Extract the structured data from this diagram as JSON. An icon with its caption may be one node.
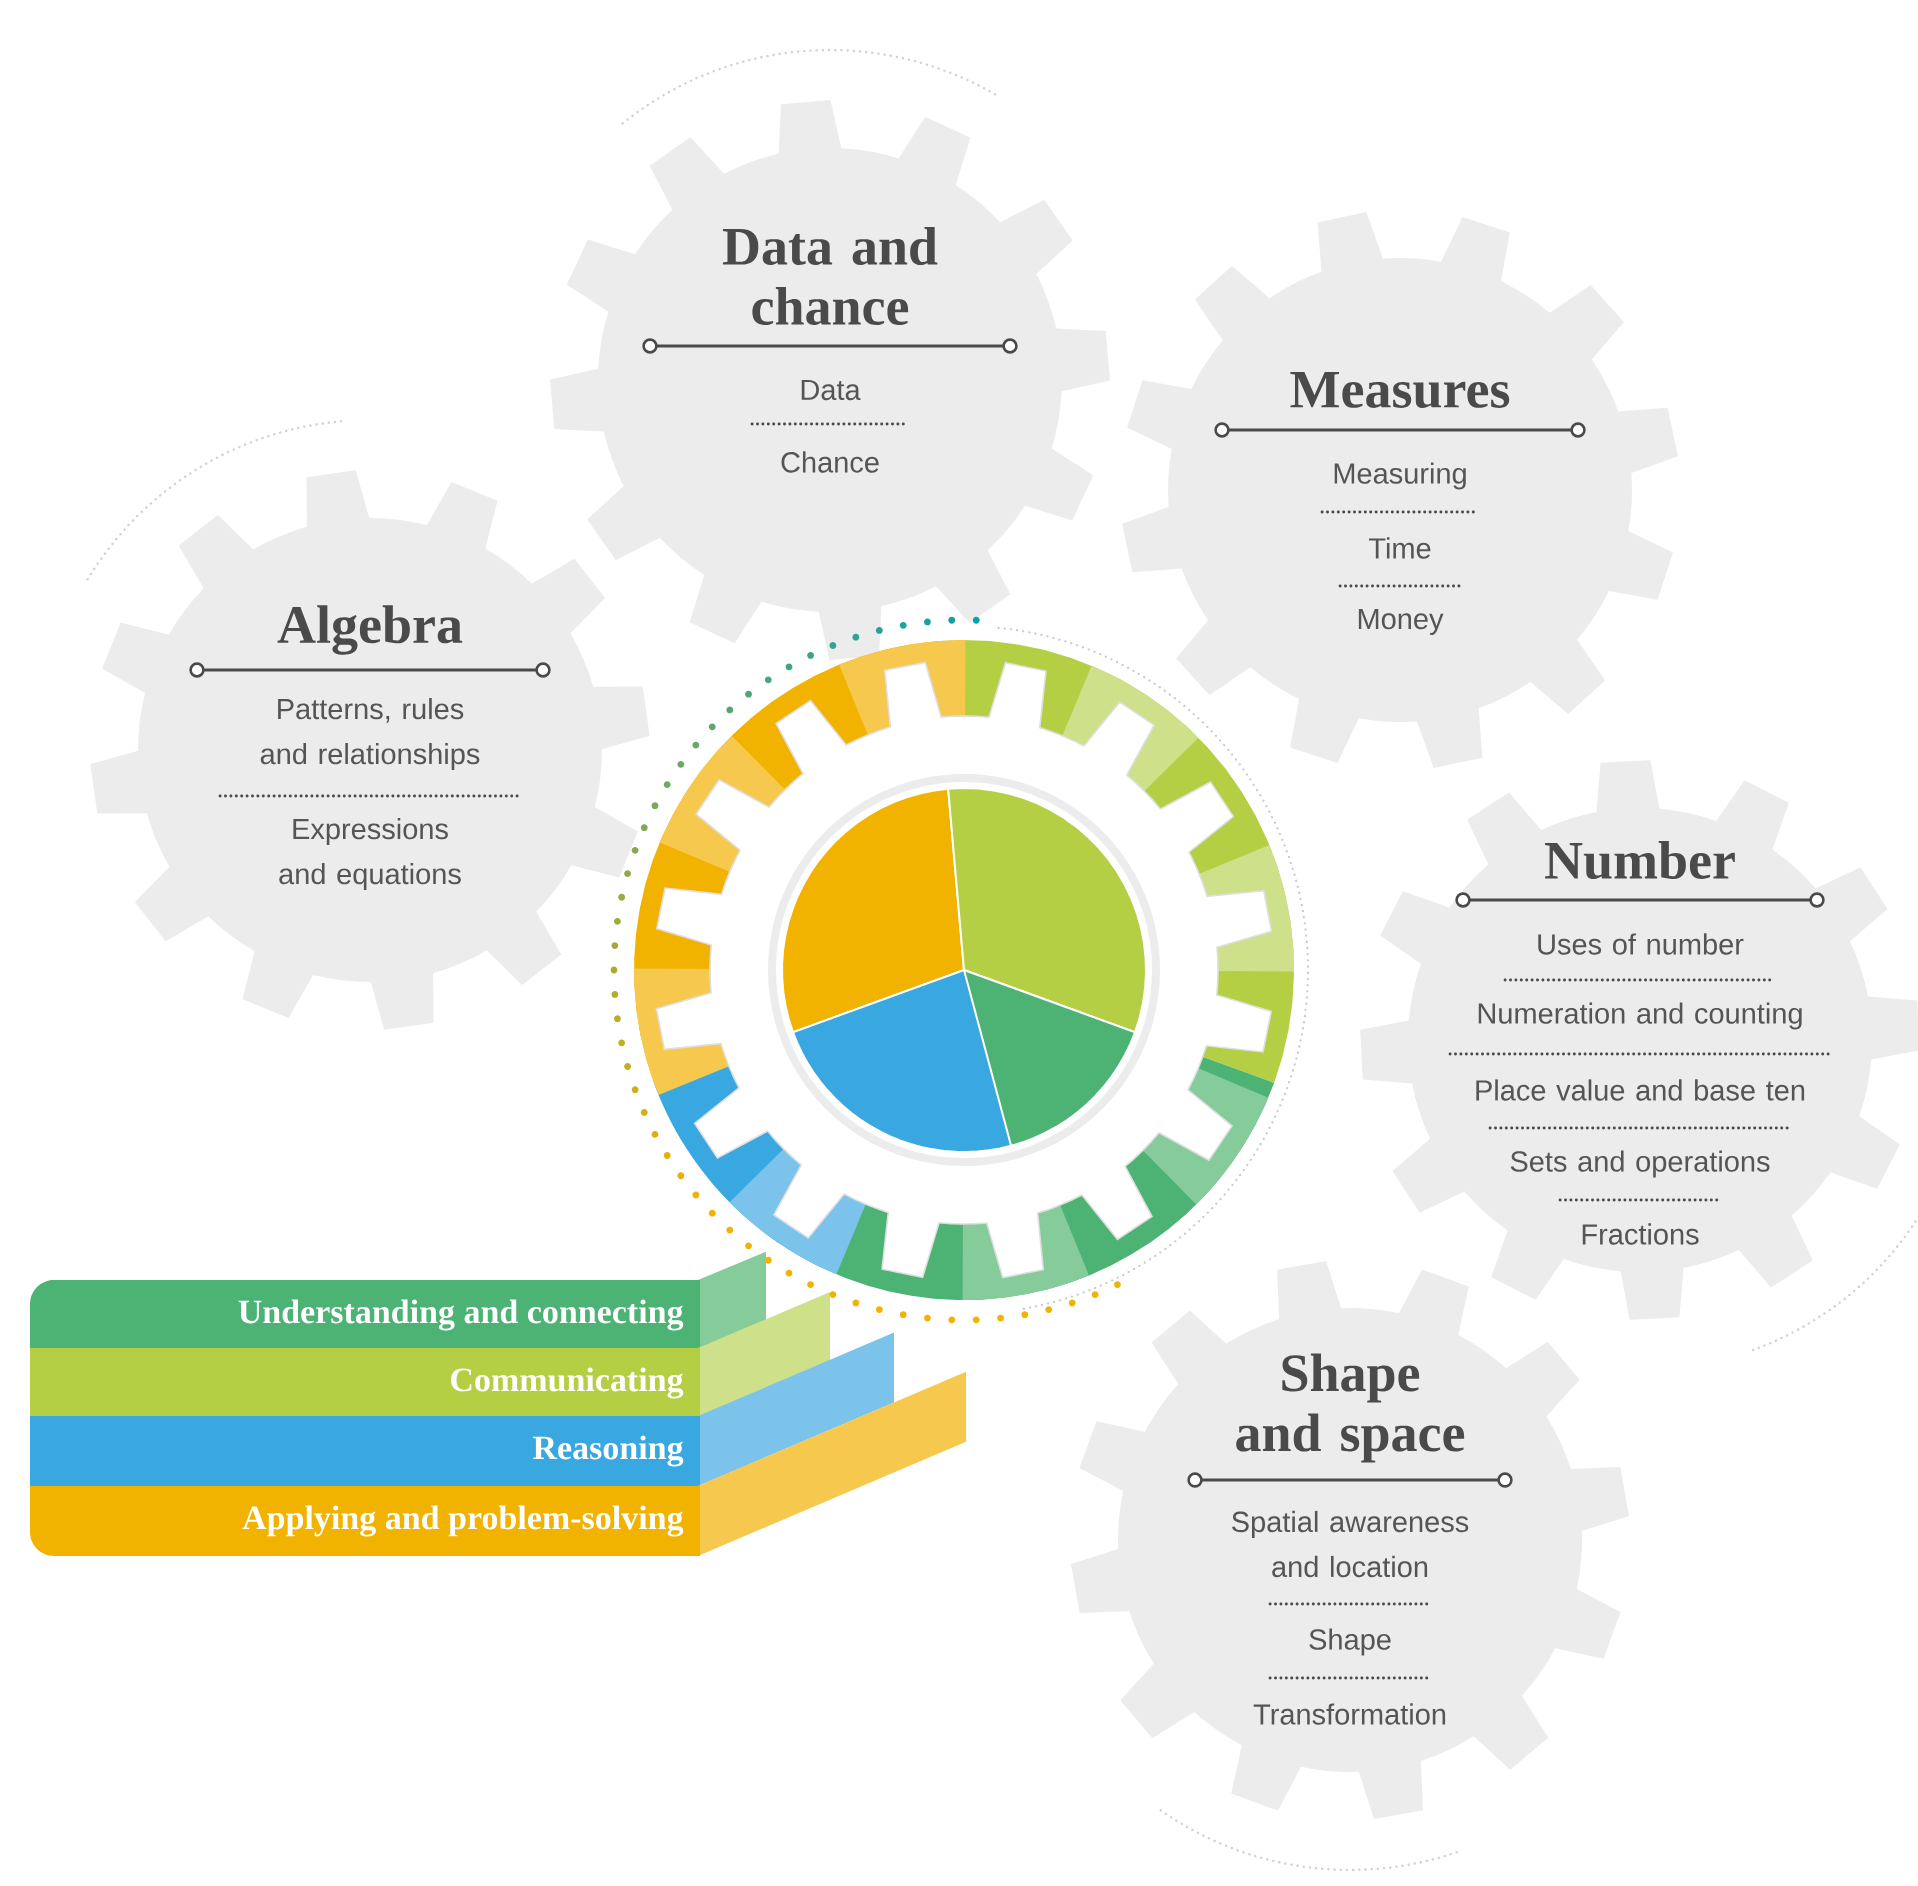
{
  "diagram": {
    "nodes": [
      {
        "text": [
          "Data and chance",
          "Data",
          "Chance"
        ]
      },
      {
        "text": [
          "Measures",
          "Measuring",
          "Time",
          "Money"
        ]
      },
      {
        "text": [
          "Algebra",
          "Patterns, rules and relationships",
          "Expressions and equations"
        ]
      },
      {
        "text": [],
        "shape": "gear"
      },
      {
        "text": [
          "Number",
          "Uses of number",
          "Numeration and counting",
          "Place value and base ten",
          "Sets and operations",
          "Fractions"
        ]
      },
      {
        "text": [
          "Understanding and connecting"
        ]
      },
      {
        "text": [
          "Communicating"
        ]
      },
      {
        "text": [
          "Reasoning"
        ]
      },
      {
        "text": [
          "Applying and problem-solving"
        ]
      },
      {
        "text": [
          "Shape and space",
          "Spatial awareness and location",
          "Shape",
          "Transformation"
        ]
      }
    ]
  }
}
